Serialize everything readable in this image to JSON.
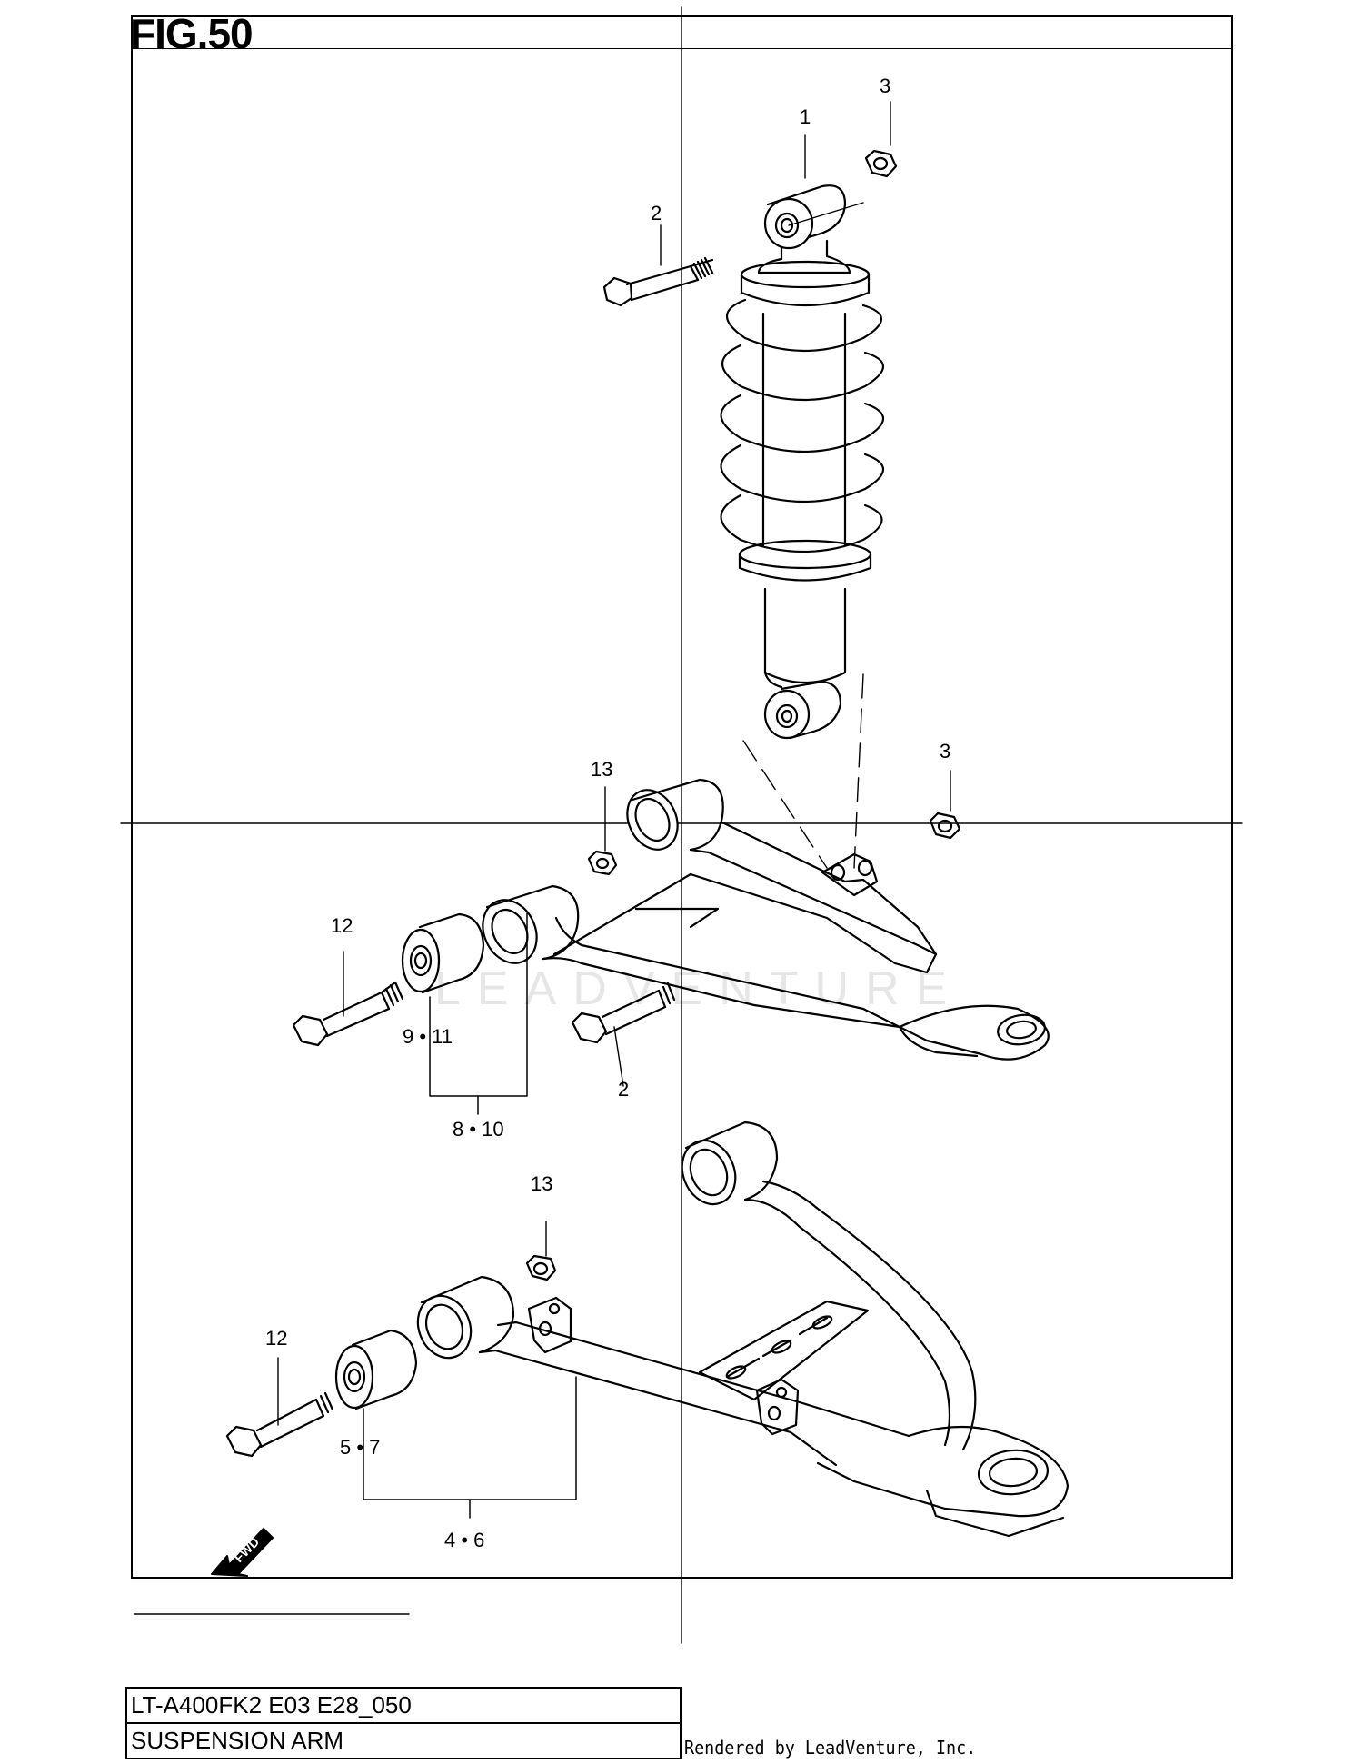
{
  "figure": {
    "title": "FIG.50"
  },
  "watermark": {
    "text": "LEADVENTURE"
  },
  "callouts": [
    {
      "id": "c1",
      "text": "1"
    },
    {
      "id": "c2a",
      "text": "2"
    },
    {
      "id": "c3a",
      "text": "3"
    },
    {
      "id": "c13a",
      "text": "13"
    },
    {
      "id": "c3b",
      "text": "3"
    },
    {
      "id": "c12a",
      "text": "12"
    },
    {
      "id": "c9_11",
      "text": "9 • 11"
    },
    {
      "id": "c2b",
      "text": "2"
    },
    {
      "id": "c8_10",
      "text": "8 • 10"
    },
    {
      "id": "c13b",
      "text": "13"
    },
    {
      "id": "c12b",
      "text": "12"
    },
    {
      "id": "c5_7",
      "text": "5 • 7"
    },
    {
      "id": "c4_6",
      "text": "4 • 6"
    }
  ],
  "fwd_label": "FWD",
  "titleblock": {
    "model": "LT-A400FK2 E03 E28_050",
    "name": "SUSPENSION ARM"
  },
  "footer": {
    "rendered_by": "Rendered by LeadVenture, Inc."
  }
}
